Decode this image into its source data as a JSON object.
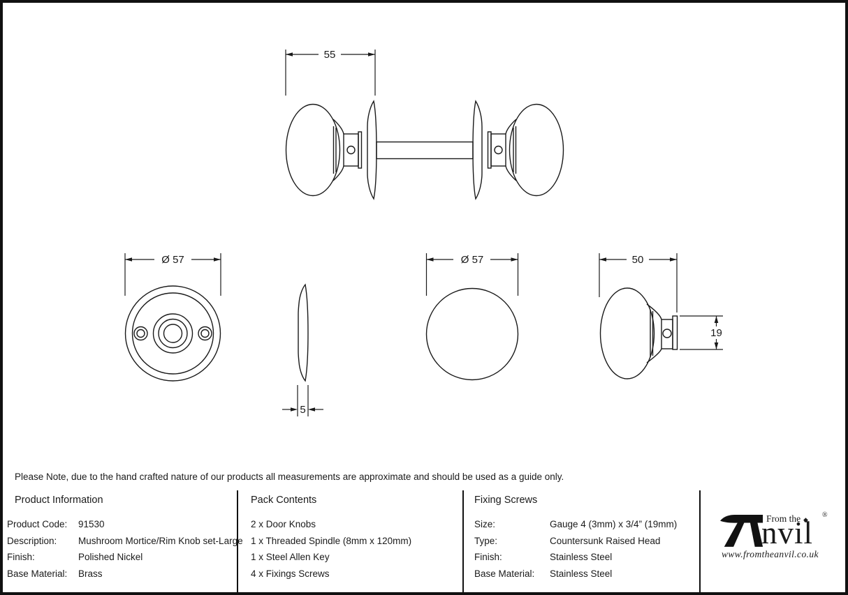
{
  "note": "Please Note, due to the hand crafted nature of our products all measurements are approximate and should be used as a guide only.",
  "drawing": {
    "dim_labels": {
      "knob_set_projection": "55",
      "rose_diameter": "Ø 57",
      "rose_thickness": "5",
      "knob_diameter": "Ø 57",
      "knob_projection": "50",
      "spindle_boss_height": "19"
    }
  },
  "table": {
    "product_information": {
      "header": "Product Information",
      "rows": [
        {
          "label": "Product Code:",
          "value": "91530"
        },
        {
          "label": "Description:",
          "value": "Mushroom Mortice/Rim Knob set-Large"
        },
        {
          "label": "Finish:",
          "value": "Polished Nickel"
        },
        {
          "label": "Base Material:",
          "value": "Brass"
        }
      ]
    },
    "pack_contents": {
      "header": "Pack Contents",
      "items": [
        "2 x Door Knobs",
        "1 x Threaded Spindle (8mm x 120mm)",
        "1 x Steel Allen Key",
        "4 x Fixings Screws"
      ]
    },
    "fixing_screws": {
      "header": "Fixing Screws",
      "rows": [
        {
          "label": "Size:",
          "value": "Gauge 4 (3mm) x 3/4” (19mm)"
        },
        {
          "label": "Type:",
          "value": "Countersunk Raised Head"
        },
        {
          "label": "Finish:",
          "value": "Stainless Steel"
        },
        {
          "label": "Base Material:",
          "value": "Stainless Steel"
        }
      ]
    }
  },
  "logo": {
    "prefix": "From the",
    "diamond": "◆",
    "name": "nvil",
    "registered": "®",
    "website": "www.fromtheanvil.co.uk"
  },
  "colors": {
    "line": "#1a1a1a",
    "border": "#111111",
    "background": "#ffffff"
  }
}
